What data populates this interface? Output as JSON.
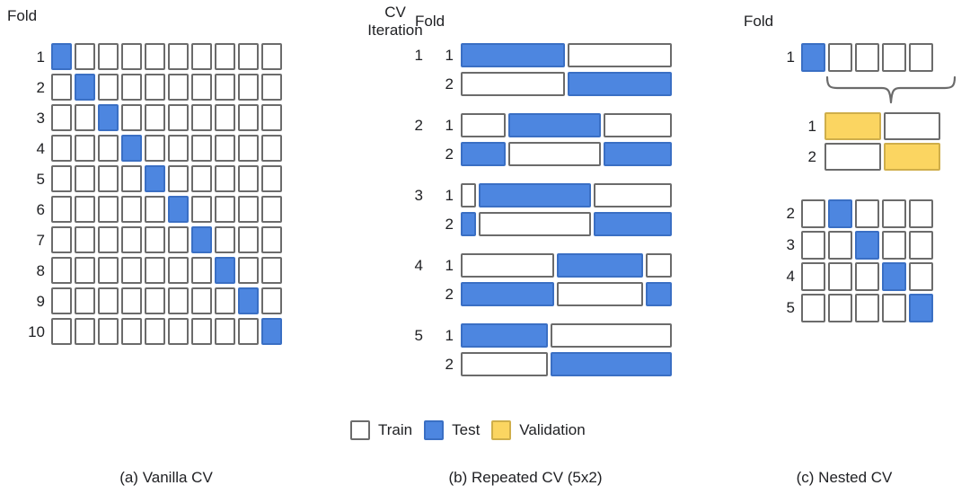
{
  "figure": {
    "blue": "#4d86e0",
    "yellow": "#fbd561",
    "white": "#ffffff",
    "stroke": "#6b6b6b"
  },
  "panel_a": {
    "header": "Fold",
    "caption": "(a) Vanilla CV",
    "row_labels": [
      "1",
      "2",
      "3",
      "4",
      "5",
      "6",
      "7",
      "8",
      "9",
      "10"
    ],
    "n_cols": 10,
    "test_column_per_row": [
      1,
      2,
      3,
      4,
      5,
      6,
      7,
      8,
      9,
      10
    ]
  },
  "panel_b": {
    "header_iteration": "CV\nIteration",
    "header_fold": "Fold",
    "caption": "(b) Repeated CV (5x2)",
    "iterations": [
      {
        "label": "1",
        "folds": [
          {
            "label": "1",
            "segments": [
              {
                "type": "test",
                "width": 50
              },
              {
                "type": "train",
                "width": 50
              }
            ]
          },
          {
            "label": "2",
            "segments": [
              {
                "type": "train",
                "width": 50
              },
              {
                "type": "test",
                "width": 50
              }
            ]
          }
        ]
      },
      {
        "label": "2",
        "folds": [
          {
            "label": "1",
            "segments": [
              {
                "type": "train",
                "width": 22
              },
              {
                "type": "test",
                "width": 45
              },
              {
                "type": "train",
                "width": 33
              }
            ]
          },
          {
            "label": "2",
            "segments": [
              {
                "type": "test",
                "width": 22
              },
              {
                "type": "train",
                "width": 45
              },
              {
                "type": "test",
                "width": 33
              }
            ]
          }
        ]
      },
      {
        "label": "3",
        "folds": [
          {
            "label": "1",
            "segments": [
              {
                "type": "train",
                "width": 8
              },
              {
                "type": "test",
                "width": 54
              },
              {
                "type": "train",
                "width": 38
              }
            ]
          },
          {
            "label": "2",
            "segments": [
              {
                "type": "test",
                "width": 8
              },
              {
                "type": "train",
                "width": 54
              },
              {
                "type": "test",
                "width": 38
              }
            ]
          }
        ]
      },
      {
        "label": "4",
        "folds": [
          {
            "label": "1",
            "segments": [
              {
                "type": "train",
                "width": 45
              },
              {
                "type": "test",
                "width": 42
              },
              {
                "type": "train",
                "width": 13
              }
            ]
          },
          {
            "label": "2",
            "segments": [
              {
                "type": "test",
                "width": 45
              },
              {
                "type": "train",
                "width": 42
              },
              {
                "type": "test",
                "width": 13
              }
            ]
          }
        ]
      },
      {
        "label": "5",
        "folds": [
          {
            "label": "1",
            "segments": [
              {
                "type": "test",
                "width": 42
              },
              {
                "type": "train",
                "width": 58
              }
            ]
          },
          {
            "label": "2",
            "segments": [
              {
                "type": "train",
                "width": 42
              },
              {
                "type": "test",
                "width": 58
              }
            ]
          }
        ]
      }
    ]
  },
  "legend": {
    "items": [
      {
        "label": "Train",
        "type": "train"
      },
      {
        "label": "Test",
        "type": "test"
      },
      {
        "label": "Validation",
        "type": "val"
      }
    ]
  },
  "panel_c": {
    "header": "Fold",
    "caption": "(c) Nested CV",
    "outer_top": {
      "rows": [
        {
          "label": "1",
          "cells": [
            "test",
            "train",
            "train",
            "train",
            "train"
          ]
        }
      ]
    },
    "inner": {
      "brace_label": "",
      "rows": [
        {
          "label": "1",
          "cells": [
            "val",
            "train"
          ]
        },
        {
          "label": "2",
          "cells": [
            "train",
            "val"
          ]
        }
      ]
    },
    "outer_bottom": {
      "rows": [
        {
          "label": "2",
          "cells": [
            "train",
            "test",
            "train",
            "train",
            "train"
          ]
        },
        {
          "label": "3",
          "cells": [
            "train",
            "train",
            "test",
            "train",
            "train"
          ]
        },
        {
          "label": "4",
          "cells": [
            "train",
            "train",
            "train",
            "test",
            "train"
          ]
        },
        {
          "label": "5",
          "cells": [
            "train",
            "train",
            "train",
            "train",
            "test"
          ]
        }
      ]
    }
  }
}
